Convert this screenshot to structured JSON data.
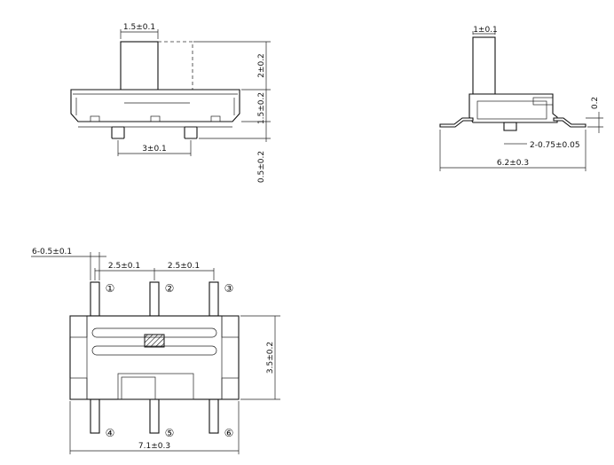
{
  "front_view": {
    "dims": {
      "actuator_width": "1.5±0.1",
      "actuator_height": "2±0.2",
      "body_height": "1.5±0.2",
      "pin_pitch": "3±0.1",
      "pin_length": "0.5±0.2"
    }
  },
  "side_view": {
    "dims": {
      "actuator_width": "1±0.1",
      "lead_offset": "0.2",
      "post": "2-0.75±0.05",
      "overall_width": "6.2±0.3"
    }
  },
  "top_view": {
    "dims": {
      "lead_width": "6-0.5±0.1",
      "pitch_1": "2.5±0.1",
      "pitch_2": "2.5±0.1",
      "body_height": "3.5±0.2",
      "overall_width": "7.1±0.3"
    },
    "pins": [
      "①",
      "②",
      "③",
      "④",
      "⑤",
      "⑥"
    ]
  }
}
